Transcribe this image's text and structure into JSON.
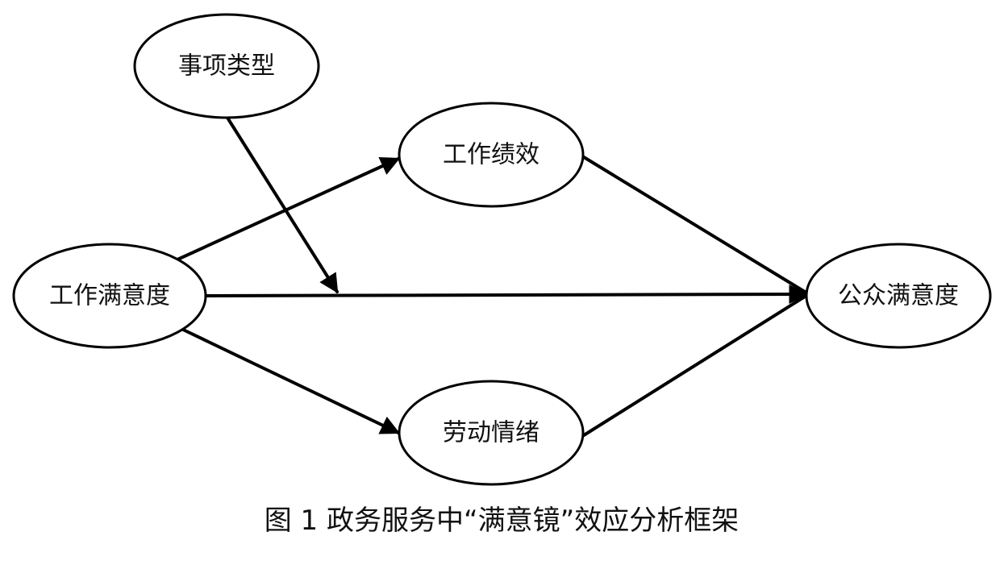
{
  "diagram": {
    "nodes": {
      "event_type": "事项类型",
      "work_satisfaction": "工作满意度",
      "work_performance": "工作绩效",
      "emotional_labor": "劳动情绪",
      "public_satisfaction": "公众满意度"
    },
    "caption": "图 1  政务服务中“满意镜”效应分析框架"
  }
}
